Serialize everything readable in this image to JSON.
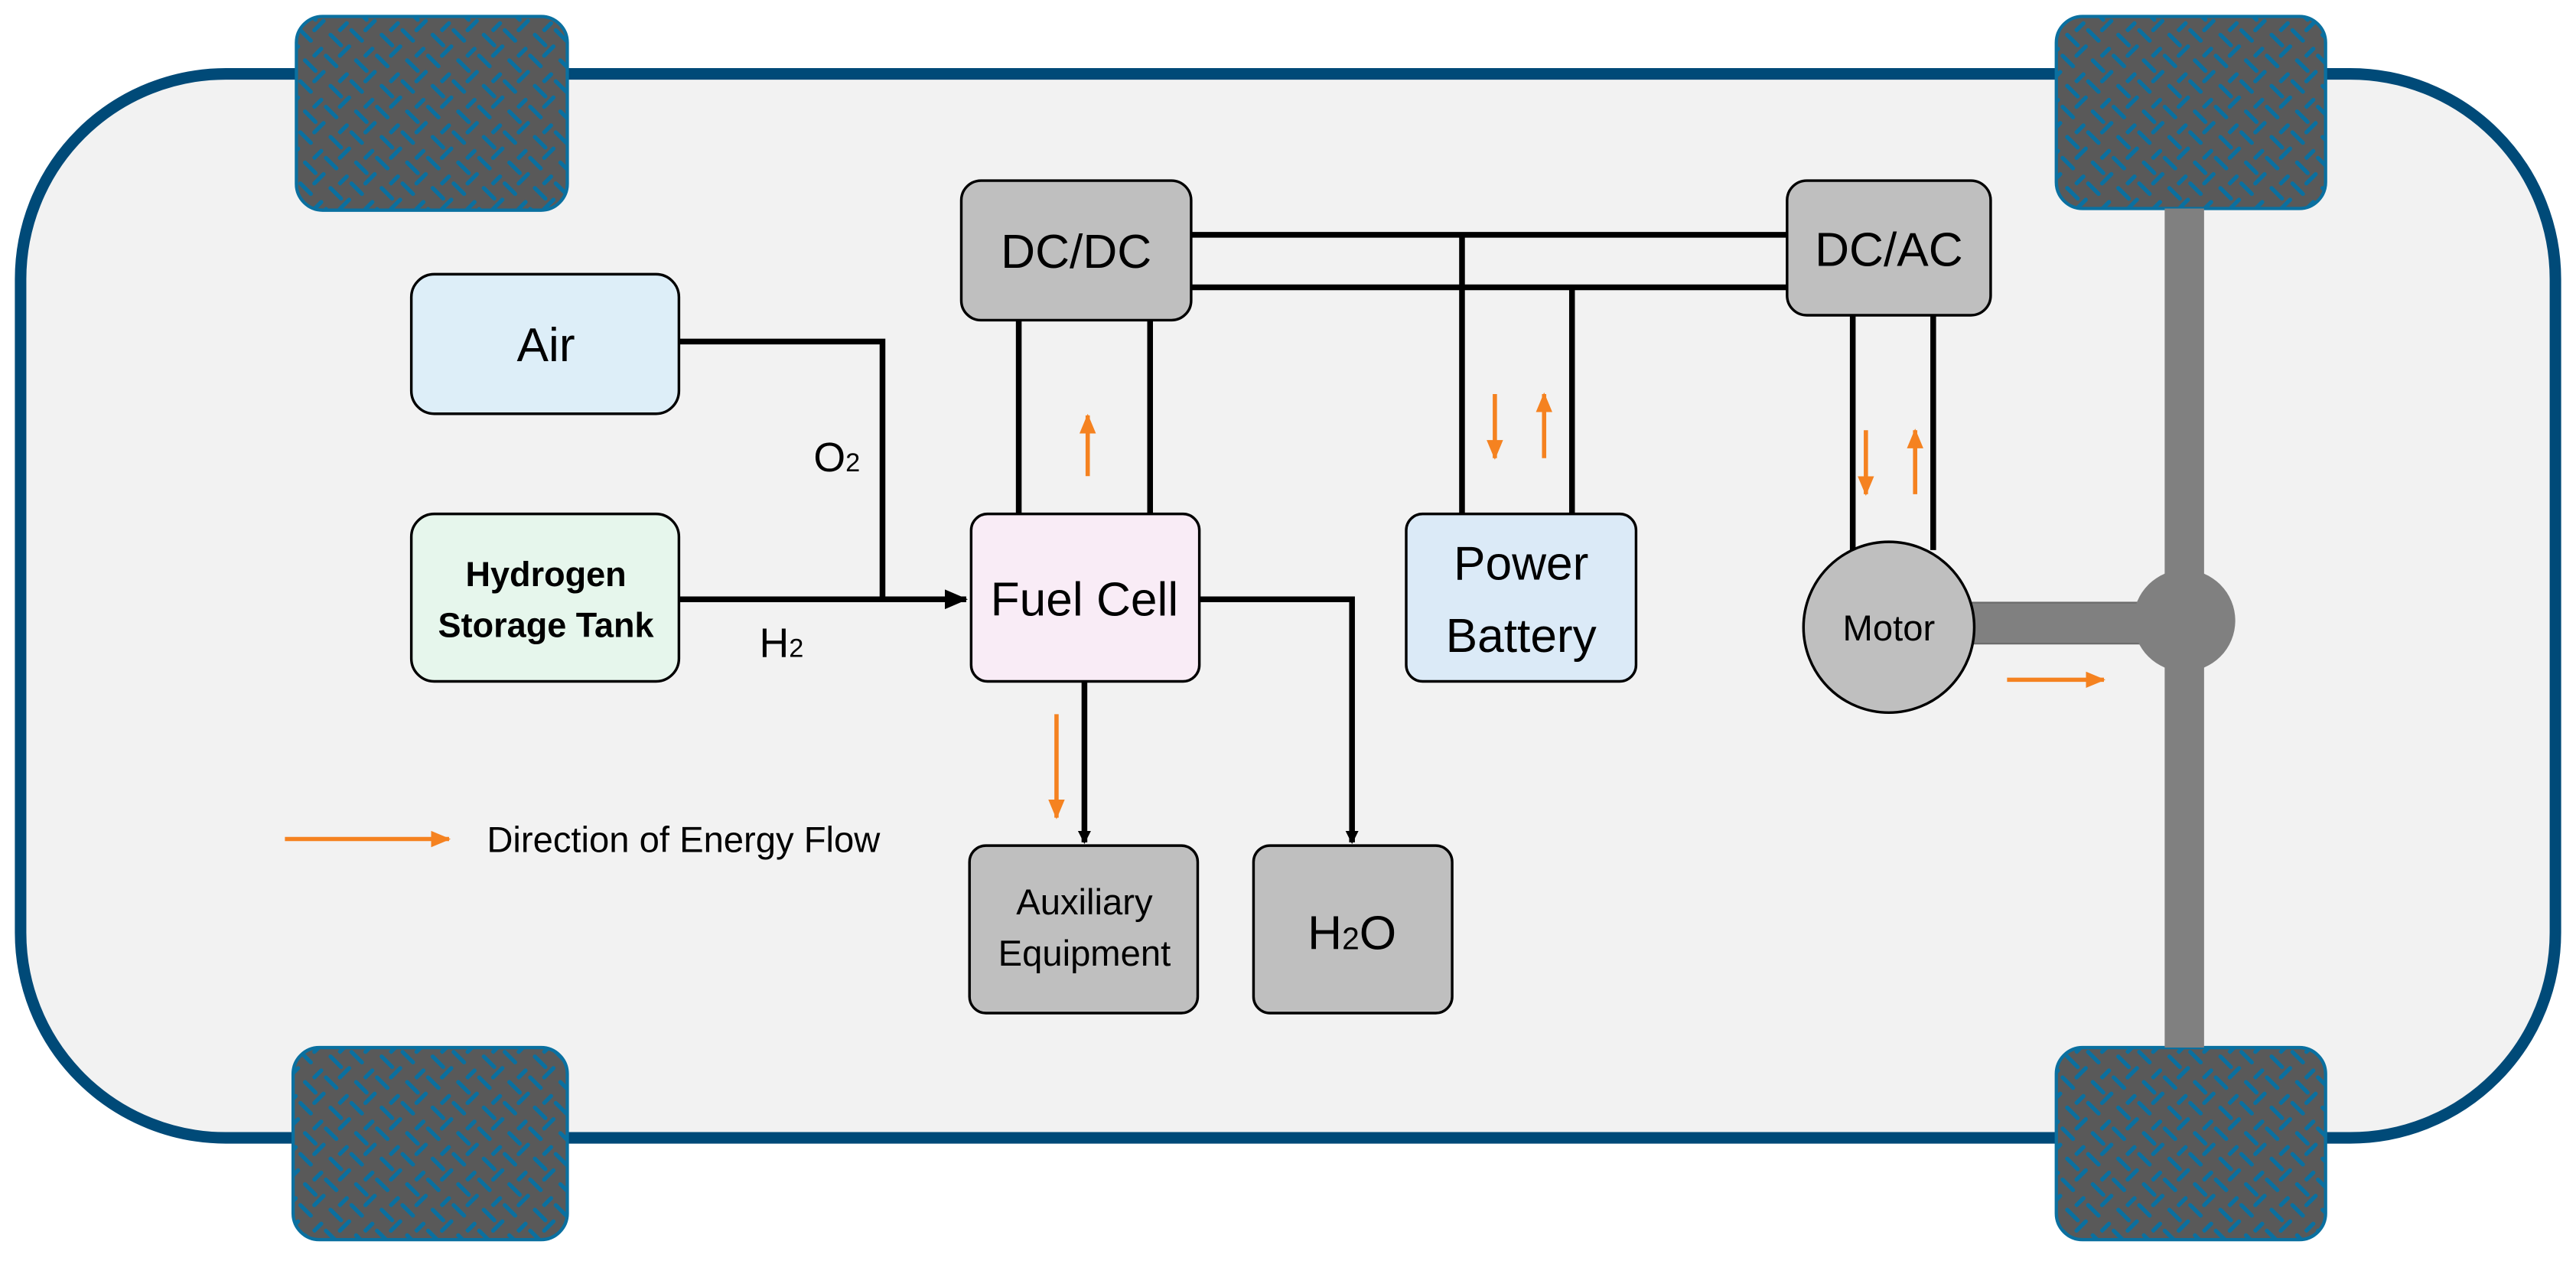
{
  "colors": {
    "car_outline": "#004a78",
    "car_fill": "#f2f2f2",
    "wheel_fill": "#595959",
    "wheel_pattern": "#0a70a0",
    "axle": "#808080",
    "gray_box": "#bfbfbf",
    "air_box": "#ddeef8",
    "hydrogen_box": "#e6f6ec",
    "fuel_cell_box": "#f9ecf6",
    "battery_box": "#dbeaf7",
    "energy_flow_arrow": "#f58220"
  },
  "components": {
    "dcdc": "DC/DC",
    "dcac": "DC/AC",
    "air": "Air",
    "hydrogen_line1": "Hydrogen",
    "hydrogen_line2": "Storage Tank",
    "fuel_cell": "Fuel Cell",
    "battery_line1": "Power",
    "battery_line2": "Battery",
    "motor": "Motor",
    "auxiliary_line1": "Auxiliary",
    "auxiliary_line2": "Equipment",
    "water_main": "H",
    "water_sub": "2",
    "water_end": "O"
  },
  "labels": {
    "oxygen_main": "O",
    "oxygen_sub": "2",
    "hydrogen_main": "H",
    "hydrogen_sub": "2"
  },
  "legend": {
    "text": "Direction of Energy Flow"
  }
}
